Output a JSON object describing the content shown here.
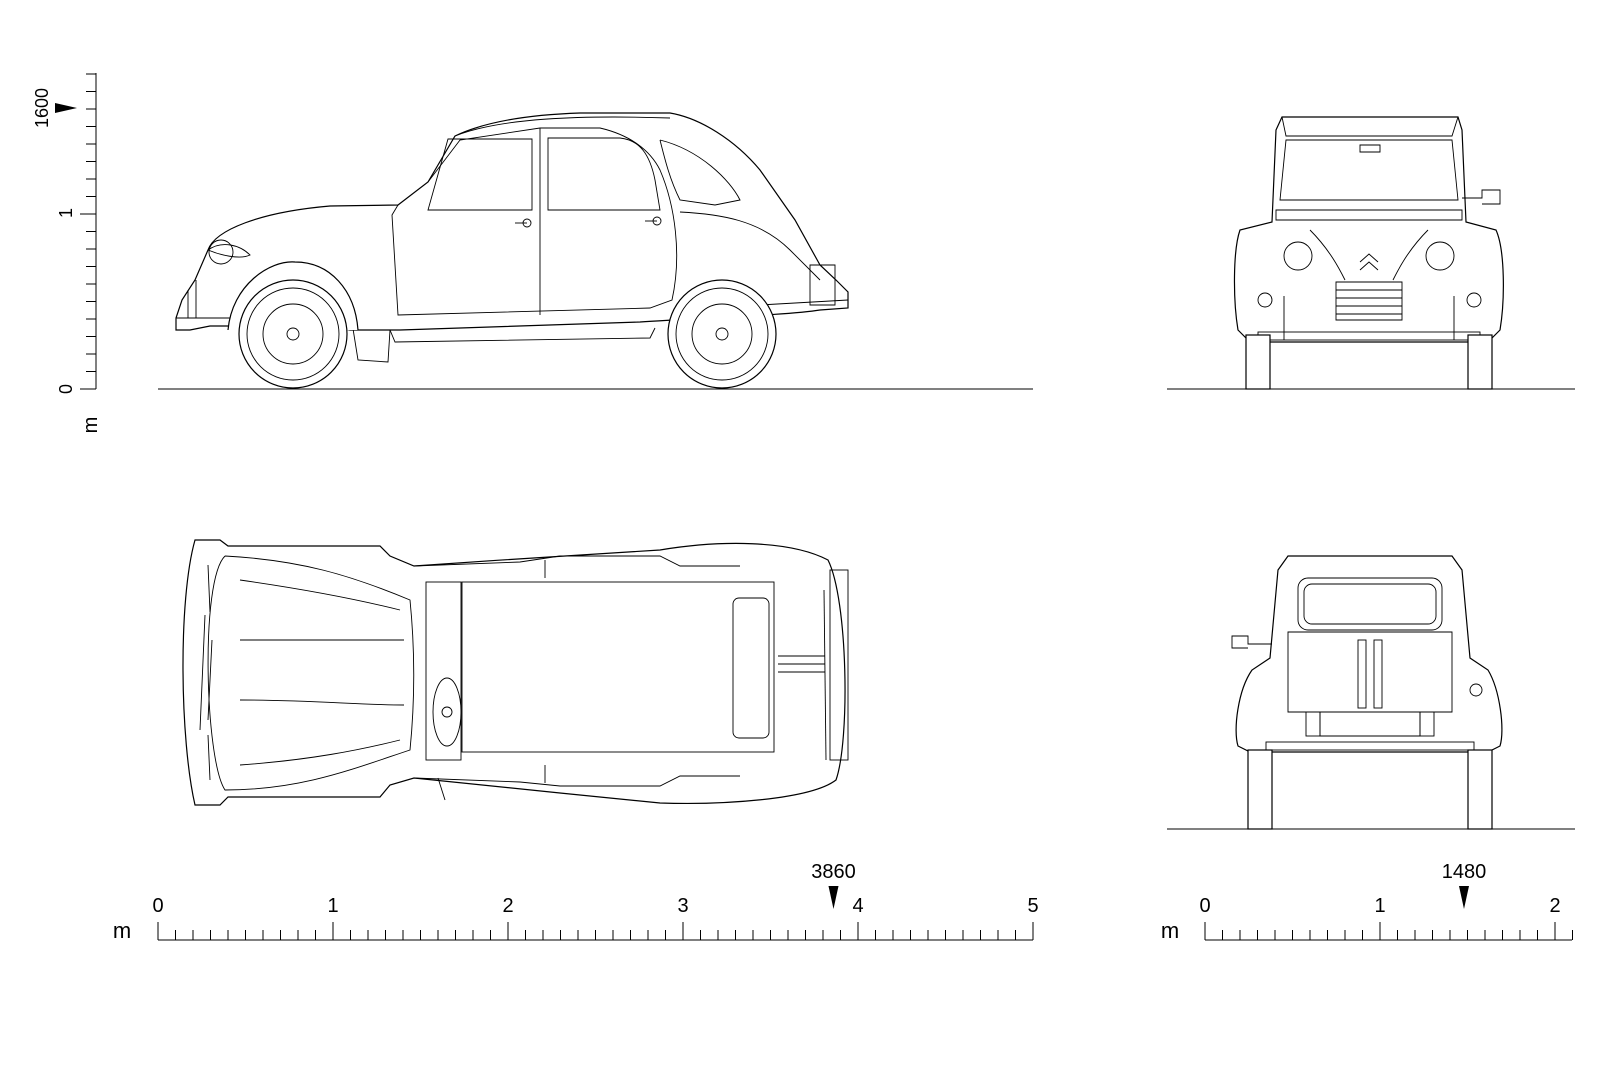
{
  "scales": {
    "vertical": {
      "unit": "m",
      "labels": [
        "0",
        "1"
      ],
      "marker_label": "1600",
      "marker_value_mm": 1600,
      "max_m": 1.8
    },
    "length": {
      "unit": "m",
      "labels": [
        "0",
        "1",
        "2",
        "3",
        "4",
        "5"
      ],
      "marker_label": "3860",
      "marker_value_mm": 3860,
      "max_m": 5
    },
    "width": {
      "unit": "m",
      "labels": [
        "0",
        "1",
        "2"
      ],
      "marker_label": "1480",
      "marker_value_mm": 1480,
      "max_m": 2.1
    }
  },
  "views": [
    "side-view",
    "front-view",
    "top-view",
    "rear-view"
  ]
}
